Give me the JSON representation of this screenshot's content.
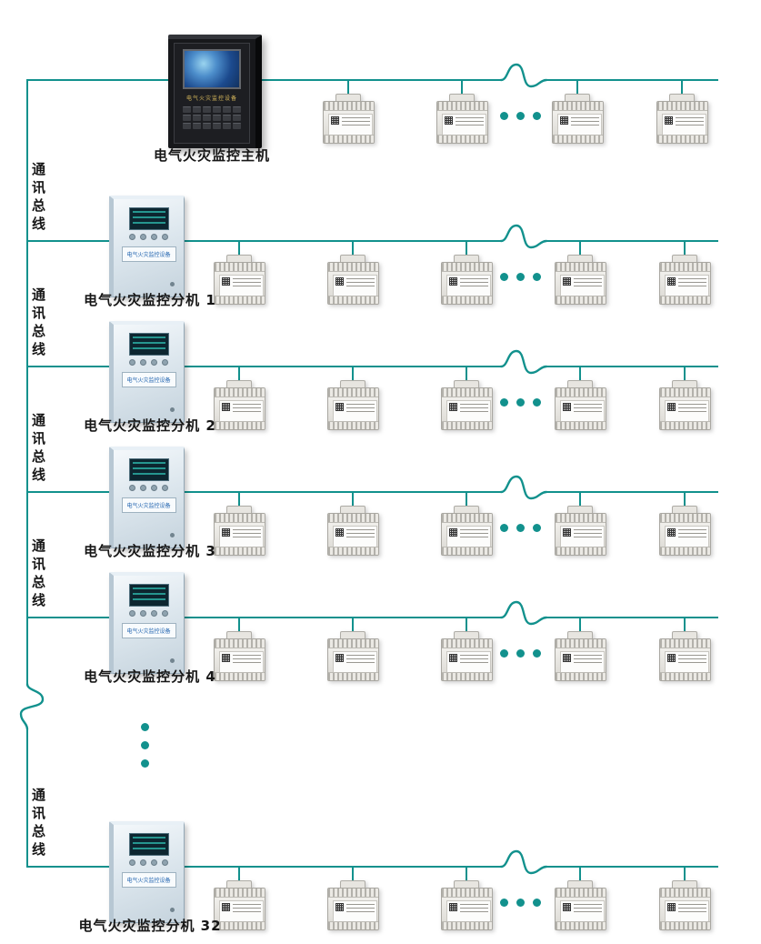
{
  "colors": {
    "line": "#12918d",
    "label_text": "#161616",
    "cabinet_plate_text": "#1e62ae",
    "host_panel_text": "#d8b95c"
  },
  "bus_label": "通讯总线",
  "host": {
    "label": "电气火灾监控主机",
    "panel_text": "电气火灾监控设备"
  },
  "subunit_panel_text": "电气火灾监控设备",
  "subunits": [
    {
      "label": "电气火灾监控分机 1"
    },
    {
      "label": "电气火灾监控分机 2"
    },
    {
      "label": "电气火灾监控分机 3"
    },
    {
      "label": "电气火灾监控分机 4"
    },
    {
      "label": "电气火灾监控分机 32"
    }
  ]
}
